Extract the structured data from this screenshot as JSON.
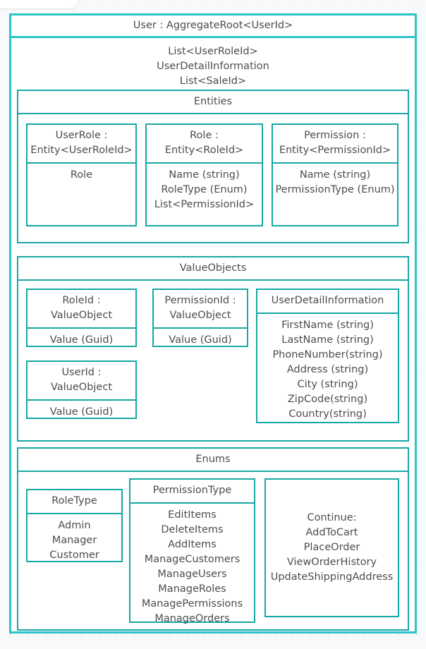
{
  "diagram": {
    "root": {
      "title": "User : AggregateRoot<UserId>",
      "attributes": [
        "List<UserRoleId>",
        "UserDetailInformation",
        "List<SaleId>"
      ]
    },
    "groups": [
      {
        "title": "Entities",
        "classes": [
          {
            "name": [
              "UserRole :",
              "Entity<UserRoleId>"
            ],
            "members": [
              "Role"
            ]
          },
          {
            "name": [
              "Role : Entity<RoleId>"
            ],
            "members": [
              "Name (string)",
              "RoleType (Enum)",
              "List<PermissionId>"
            ]
          },
          {
            "name": [
              "Permission :",
              "Entity<PermissionId>"
            ],
            "members": [
              "Name (string)",
              "PermissionType (Enum)"
            ]
          }
        ]
      },
      {
        "title": "ValueObjects",
        "classes": [
          {
            "name": [
              "RoleId :",
              "ValueObject"
            ],
            "members": [
              "Value (Guid)"
            ]
          },
          {
            "name": [
              "PermissionId :",
              "ValueObject"
            ],
            "members": [
              "Value (Guid)"
            ]
          },
          {
            "name": [
              "UserDetailInformation"
            ],
            "members": [
              "FirstName (string)",
              "LastName (string)",
              "PhoneNumber(string)",
              "Address (string)",
              "City (string)",
              "ZipCode(string)",
              "Country(string)"
            ]
          },
          {
            "name": [
              "UserId :",
              "ValueObject"
            ],
            "members": [
              "Value (Guid)"
            ]
          }
        ]
      },
      {
        "title": "Enums",
        "classes": [
          {
            "name": [
              "RoleType"
            ],
            "members": [
              "Admin",
              "Manager",
              "Customer"
            ]
          },
          {
            "name": [
              "PermissionType"
            ],
            "members": [
              "EditItems",
              "DeleteItems",
              "AddItems",
              "ManageCustomers",
              "ManageUsers",
              "ManageRoles",
              "ManagePermissions",
              "ManageOrders"
            ]
          },
          {
            "name": [],
            "members": [
              "Continue:",
              "AddToCart",
              "PlaceOrder",
              "ViewOrderHistory",
              "UpdateShippingAddress"
            ]
          }
        ]
      }
    ]
  },
  "colors": {
    "root_border": "#2ec4c6",
    "group_border": "#1aa7a9",
    "class_border": "#16a8a2",
    "canvas_background": "#f7f9fa",
    "grid_dot": "#dcdfe2",
    "box_fill": "#ffffff",
    "text": "#4d4d4d"
  }
}
